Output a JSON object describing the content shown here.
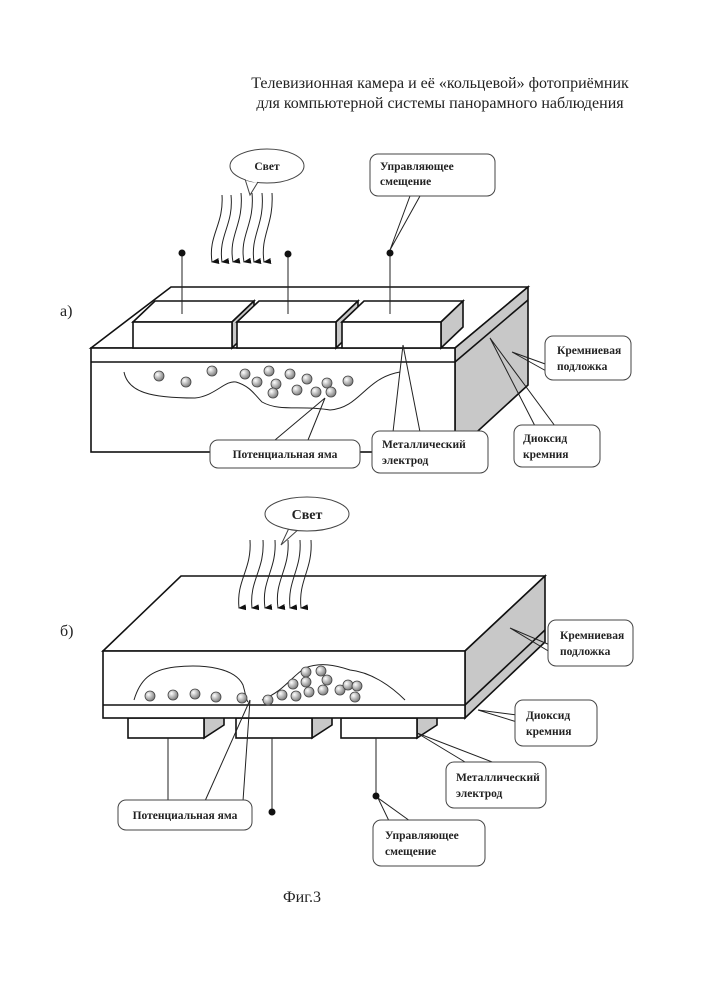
{
  "header": {
    "title_line1": "Телевизионная камера и её «кольцевой» фотоприёмник",
    "title_line2": "для компьютерной системы панорамного наблюдения"
  },
  "figure_a": {
    "label": "а)",
    "light": "Свет",
    "control_bias": [
      "Управляющее",
      "смещение"
    ],
    "substrate": [
      "Кремниевая",
      "подложка"
    ],
    "oxide": [
      "Диоксид",
      "кремния"
    ],
    "electrode": [
      "Металлический",
      "электрод"
    ],
    "well": "Потенциальная яма"
  },
  "figure_b": {
    "label": "б)",
    "light": "Свет",
    "substrate": [
      "Кремниевая",
      "подложка"
    ],
    "oxide": [
      "Диоксид",
      "кремния"
    ],
    "electrode": [
      "Металлический",
      "электрод"
    ],
    "control_bias": [
      "Управляющее",
      "смещение"
    ],
    "well": "Потенциальная яма"
  },
  "caption": "Фиг.3"
}
